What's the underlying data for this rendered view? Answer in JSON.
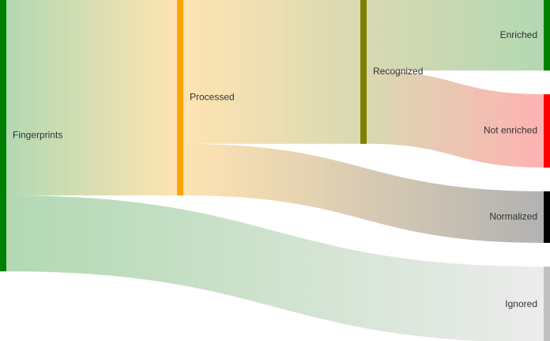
{
  "chart_data": {
    "type": "sankey",
    "nodes": [
      {
        "id": "fingerprints",
        "label": "Fingerprints",
        "color": "#008000",
        "column": 0,
        "value": 100,
        "label_side": "right"
      },
      {
        "id": "processed",
        "label": "Processed",
        "color": "#FFA500",
        "column": 1,
        "value": 72,
        "label_side": "right"
      },
      {
        "id": "recognized",
        "label": "Recognized",
        "color": "#808000",
        "column": 2,
        "value": 53,
        "label_side": "right"
      },
      {
        "id": "enriched",
        "label": "Enriched",
        "color": "#008000",
        "column": 3,
        "value": 26,
        "label_side": "left"
      },
      {
        "id": "not_enriched",
        "label": "Not enriched",
        "color": "#FF0000",
        "column": 3,
        "value": 27,
        "label_side": "left"
      },
      {
        "id": "normalized",
        "label": "Normalized",
        "color": "#000000",
        "column": 3,
        "value": 19,
        "label_side": "left"
      },
      {
        "id": "ignored",
        "label": "Ignored",
        "color": "#C0C0C0",
        "column": 3,
        "value": 28,
        "label_side": "left"
      }
    ],
    "links": [
      {
        "source": "fingerprints",
        "target": "processed",
        "value": 72
      },
      {
        "source": "fingerprints",
        "target": "ignored",
        "value": 28
      },
      {
        "source": "processed",
        "target": "recognized",
        "value": 53
      },
      {
        "source": "processed",
        "target": "normalized",
        "value": 19
      },
      {
        "source": "recognized",
        "target": "enriched",
        "value": 26
      },
      {
        "source": "recognized",
        "target": "not_enriched",
        "value": 27
      }
    ],
    "link_opacity": 0.3
  }
}
